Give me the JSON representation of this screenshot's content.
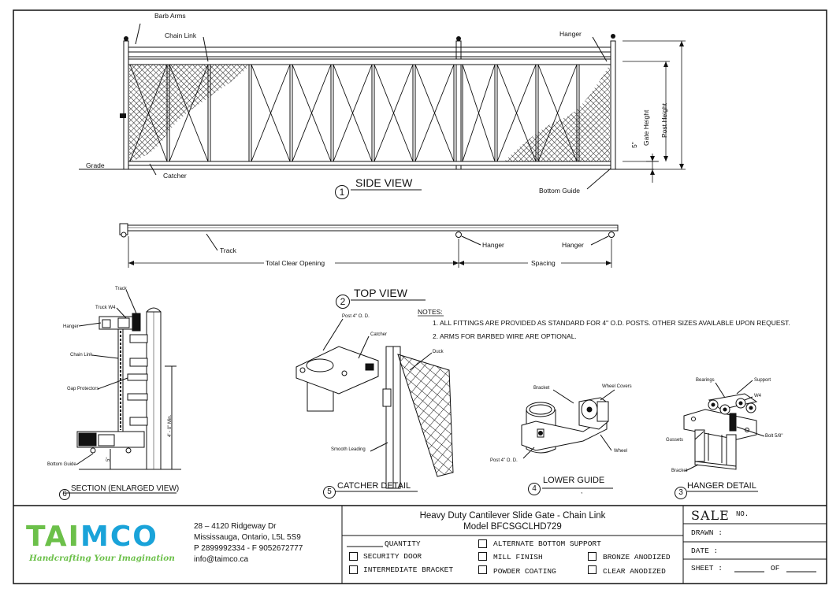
{
  "side_view": {
    "num": "1",
    "title": "SIDE VIEW",
    "labels": {
      "barb_arms": "Barb Arms",
      "chain_link": "Chain Link",
      "hanger": "Hanger",
      "grade": "Grade",
      "catcher": "Catcher",
      "bottom_guide": "Bottom Guide",
      "gate_height": "Gate Height",
      "post_height": "Post Height",
      "clearance": "5\""
    }
  },
  "top_view": {
    "num": "2",
    "title": "TOP VIEW",
    "labels": {
      "track": "Track",
      "hanger1": "Hanger",
      "hanger2": "Hanger",
      "total_clear": "Total Clear Opening",
      "spacing": "Spacing"
    }
  },
  "notes": {
    "title": "NOTES:",
    "items": [
      "1. ALL FITTINGS ARE PROVIDED AS STANDARD FOR 4\" O.D. POSTS. OTHER SIZES AVAILABLE UPON REQUEST.",
      "2. ARMS FOR BARBED WIRE ARE OPTIONAL."
    ]
  },
  "section": {
    "num": "6",
    "title": "SECTION (ENLARGED VIEW)",
    "labels": {
      "track": "Track",
      "truck": "Truck W4",
      "hanger": "Hanger",
      "chain_link": "Chain Link",
      "gap": "Gap Protectors",
      "bottom_guide": "Bottom Guide",
      "min": "4' - 0\" Min.",
      "clear": "5\""
    }
  },
  "catcher": {
    "num": "5",
    "title": "CATCHER DETAIL",
    "labels": {
      "post": "Post 4\" O. D.",
      "catcher": "Catcher",
      "duck": "Duck",
      "smooth": "Smooth Leading"
    }
  },
  "lower_guide": {
    "num": "4",
    "title": "LOWER GUIDE",
    "mark": ",",
    "labels": {
      "bracket": "Bracket",
      "wheel_covers": "Wheel Covers",
      "wheel": "Wheel",
      "post": "Post 4\" O. D."
    }
  },
  "hanger_detail": {
    "num": "3",
    "title": "HANGER DETAIL",
    "labels": {
      "bearings": "Bearings",
      "support": "Support",
      "w4": "W4",
      "gussets": "Gussets",
      "bolt": "Bolt 5/8\"",
      "bracket": "Bracket"
    }
  },
  "company": {
    "logo": "TAIMCO",
    "tagline": "Handcrafting Your Imagination",
    "address1": "28 – 4120 Ridgeway Dr",
    "address2": "Mississauga, Ontario, L5L 5S9",
    "phone": "P 2899992334 - F 9052672777",
    "email": "info@taimco.ca",
    "colors": {
      "green": "#6cc04a",
      "blue": "#1aa3d9"
    }
  },
  "title_block": {
    "title": "Heavy Duty Cantilever Slide Gate - Chain Link",
    "model": "Model BFCSGCLHD729",
    "quantity": "QUANTITY",
    "options": {
      "security": "SECURITY DOOR",
      "intermediate": "INTERMEDIATE BRACKET",
      "alt_bottom": "ALTERNATE BOTTOM SUPPORT",
      "mill": "MILL FINISH",
      "powder": "POWDER COATING",
      "bronze": "BRONZE ANODIZED",
      "clear": "CLEAR ANODIZED"
    },
    "sale": "SALE",
    "no": "NO.",
    "drawn": "DRAWN :",
    "date": "DATE :",
    "sheet": "SHEET :",
    "of": "OF"
  }
}
